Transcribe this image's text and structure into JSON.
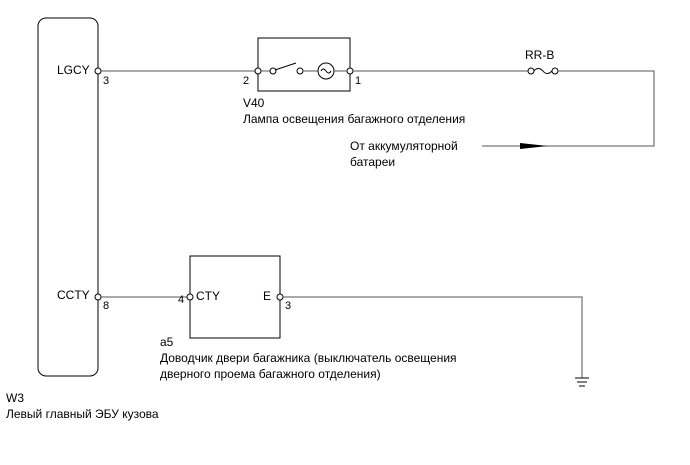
{
  "ecu": {
    "code": "W3",
    "name": "Левый главный ЭБУ кузова",
    "terminals": [
      {
        "name": "LGCY",
        "pin": "3"
      },
      {
        "name": "CCTY",
        "pin": "8"
      }
    ]
  },
  "lamp": {
    "code": "V40",
    "name": "Лампа освещения багажного отделения",
    "pin_left": "2",
    "pin_right": "1"
  },
  "fuse": {
    "name": "RR-B"
  },
  "battery": {
    "line1": "От аккумуляторной",
    "line2": "батареи"
  },
  "courtesy_switch": {
    "code": "a5",
    "line1": "Доводчик двери багажника (выключатель освещения",
    "line2": "дверного проема багажного отделения)",
    "terminal_left_name": "CTY",
    "terminal_left_pin": "4",
    "terminal_right_name": "E",
    "terminal_right_pin": "3"
  }
}
